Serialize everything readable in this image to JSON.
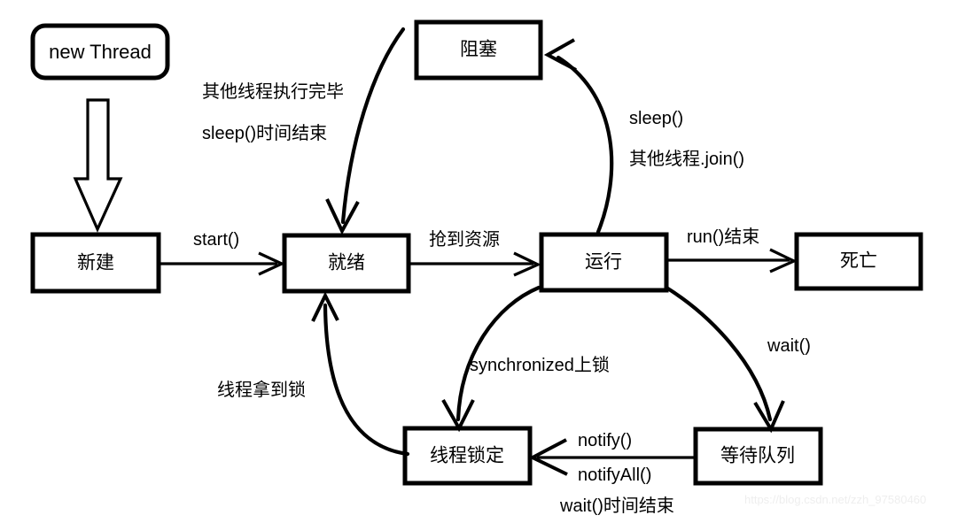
{
  "diagram": {
    "title": "Java thread lifecycle state diagram",
    "background_color": "#ffffff",
    "stroke_color": "#000000",
    "nodes": [
      {
        "id": "new-thread",
        "label": "new Thread",
        "shape": "rounded-rect"
      },
      {
        "id": "blocked",
        "label": "阻塞",
        "shape": "rect"
      },
      {
        "id": "created",
        "label": "新建",
        "shape": "rect"
      },
      {
        "id": "ready",
        "label": "就绪",
        "shape": "rect"
      },
      {
        "id": "running",
        "label": "运行",
        "shape": "rect"
      },
      {
        "id": "dead",
        "label": "死亡",
        "shape": "rect"
      },
      {
        "id": "locked",
        "label": "线程锁定",
        "shape": "rect"
      },
      {
        "id": "waitqueue",
        "label": "等待队列",
        "shape": "rect"
      }
    ],
    "edges": [
      {
        "id": "new-to-created",
        "from": "new-thread",
        "to": "created",
        "label": ""
      },
      {
        "id": "created-to-ready",
        "from": "created",
        "to": "ready",
        "label": "start()"
      },
      {
        "id": "ready-to-running",
        "from": "ready",
        "to": "running",
        "label": "抢到资源"
      },
      {
        "id": "running-to-dead",
        "from": "running",
        "to": "dead",
        "label": "run()结束"
      },
      {
        "id": "blocked-to-ready",
        "from": "blocked",
        "to": "ready",
        "label_line1": "其他线程执行完毕",
        "label_line2": "sleep()时间结束"
      },
      {
        "id": "running-to-blocked",
        "from": "running",
        "to": "blocked",
        "label_line1": "sleep()",
        "label_line2": "其他线程.join()"
      },
      {
        "id": "running-to-locked",
        "from": "running",
        "to": "locked",
        "label": "synchronized上锁"
      },
      {
        "id": "running-to-waitqueue",
        "from": "running",
        "to": "waitqueue",
        "label": "wait()"
      },
      {
        "id": "waitqueue-to-locked",
        "from": "waitqueue",
        "to": "locked",
        "label_line1": "notify()",
        "label_line2": "notifyAll()",
        "label_line3": "wait()时间结束"
      },
      {
        "id": "locked-to-ready",
        "from": "locked",
        "to": "ready",
        "label": "线程拿到锁"
      }
    ]
  },
  "watermark": {
    "text": "https://blog.csdn.net/zzh_97580460"
  }
}
